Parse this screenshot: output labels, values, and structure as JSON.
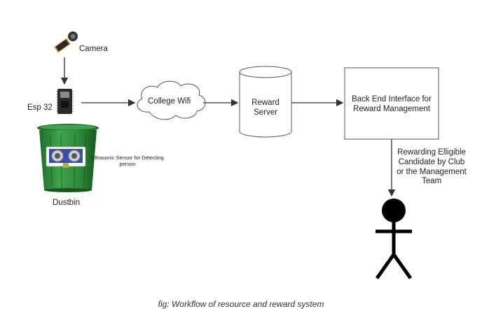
{
  "nodes": {
    "camera": {
      "label": "Camera"
    },
    "esp32": {
      "label": "Esp 32"
    },
    "dustbin": {
      "label": "Dustbin",
      "sensor_label_line1": "Ultrasonic Sensor for Detecting",
      "sensor_label_line2": "person"
    },
    "wifi": {
      "label": "College Wifi"
    },
    "server": {
      "label_line1": "Reward",
      "label_line2": "Server"
    },
    "backend": {
      "label_line1": "Back End Interface for",
      "label_line2": "Reward Management"
    },
    "reward_person": {
      "line1": "Rewarding Elligible",
      "line2": "Candidate  by Club",
      "line3": "or the Management",
      "line4": "Team"
    }
  },
  "caption": "fig: Workflow of resource and reward system",
  "colors": {
    "line": "#333333",
    "box_stroke": "#555555",
    "bin_green": "#2e8b3a",
    "bin_dark": "#1f6b2a",
    "board_dark": "#2a2a2a",
    "sensor_blue": "#3a4fa8"
  }
}
